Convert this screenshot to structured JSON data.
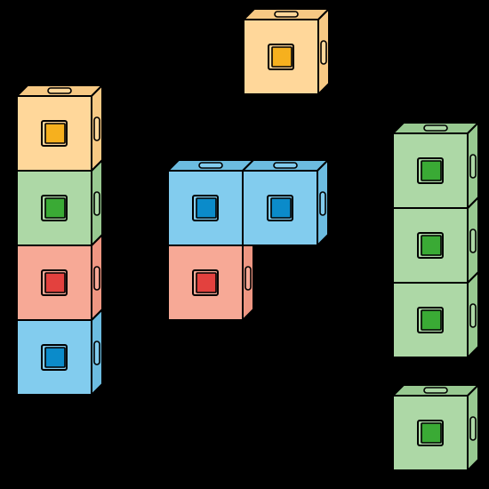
{
  "colors": {
    "background": "#000000",
    "outline": "#000000",
    "cube_fill": {
      "orange": "#FFD79A",
      "green": "#ADD8A6",
      "red": "#F7A996",
      "blue": "#82CCEE"
    },
    "cube_side": {
      "orange": "#F7C984",
      "green": "#98C991",
      "red": "#EE9682",
      "blue": "#6CBCE0"
    },
    "knob": {
      "orange": "#F6B01E",
      "green": "#3AAA35",
      "red": "#E3413E",
      "blue": "#0B8BCA"
    }
  },
  "groups": [
    {
      "name": "tower-of-four",
      "cubes": [
        "orange",
        "green",
        "red",
        "blue"
      ]
    },
    {
      "name": "single-orange",
      "cubes": [
        "orange"
      ]
    },
    {
      "name": "l-shape",
      "cubes": [
        "blue",
        "blue",
        "red"
      ]
    },
    {
      "name": "tower-of-three-green",
      "cubes": [
        "green",
        "green",
        "green"
      ]
    },
    {
      "name": "single-green",
      "cubes": [
        "green"
      ]
    }
  ]
}
